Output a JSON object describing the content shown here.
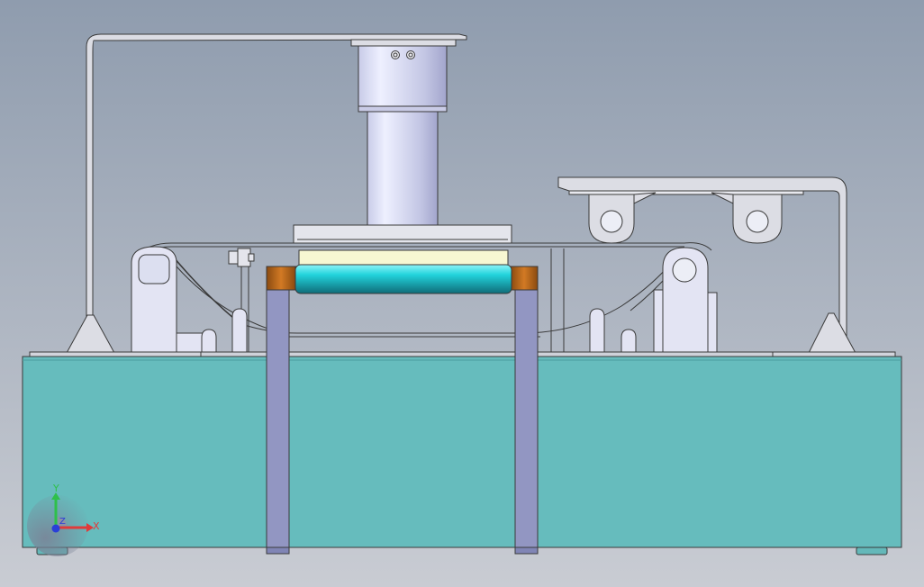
{
  "viewport": {
    "background_top": "#8f9cae",
    "background_bottom": "#c9ccd3"
  },
  "colors": {
    "outline": "#3a3a3a",
    "frame_gray": "#dcdde4",
    "cylinder_light": "#e2e4f6",
    "cylinder_dark": "#a8abd0",
    "base_teal": "#66bcbd",
    "pillar_purple": "#9296c2",
    "roller_cyan": "#22d4dc",
    "pad_yellow": "#f7f7d2",
    "bracket_orange": "#c1691a"
  },
  "triad": {
    "x_label": "X",
    "y_label": "Y",
    "z_label": "Z",
    "x_color": "#e03a3a",
    "y_color": "#2ec04a",
    "z_color": "#2a3fd8"
  }
}
